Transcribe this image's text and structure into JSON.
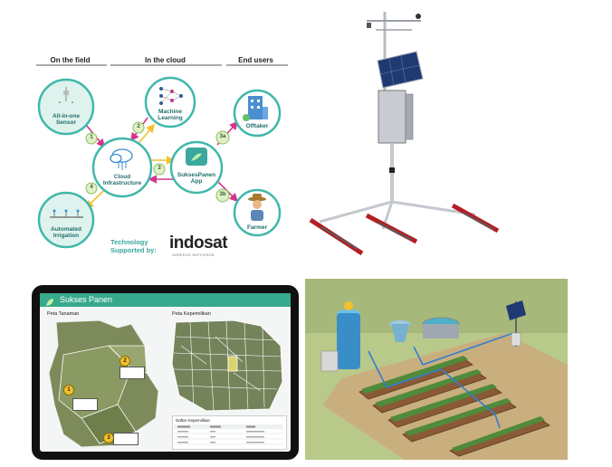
{
  "diagram": {
    "headers": {
      "field": "On the field",
      "cloud": "In the cloud",
      "users": "End users"
    },
    "nodes": {
      "sensor": "All-in-one Sensor",
      "ml": "Machine Learning",
      "cloud": "Cloud Infrastructure",
      "app": "SuksesPanen App",
      "irrigation": "Automated Irrigation",
      "offtaker": "Offtaker",
      "farmer": "Farmer"
    },
    "steps": {
      "s1": "1",
      "s2": "2",
      "s3": "3",
      "s4": "4",
      "s3a": "3a",
      "s3b": "3b"
    },
    "tech_label": "Technology Supported by:",
    "brand": "indosat",
    "brand_sub": "OOREDOO HUTCHISON"
  },
  "app_screenshot": {
    "title": "Sukses Panen",
    "left_panel_title": "Peta Tanaman",
    "right_panel_title": "Peta Kepemilikan",
    "pins": [
      "1",
      "2",
      "3"
    ],
    "table_title": "Daftar Kepemilikan"
  },
  "colors": {
    "teal": "#37a98c",
    "node_ring": "#3fb8aa",
    "arrow_magenta": "#d6348c",
    "arrow_yellow": "#f2c12e",
    "step_green": "#dff0c8"
  }
}
